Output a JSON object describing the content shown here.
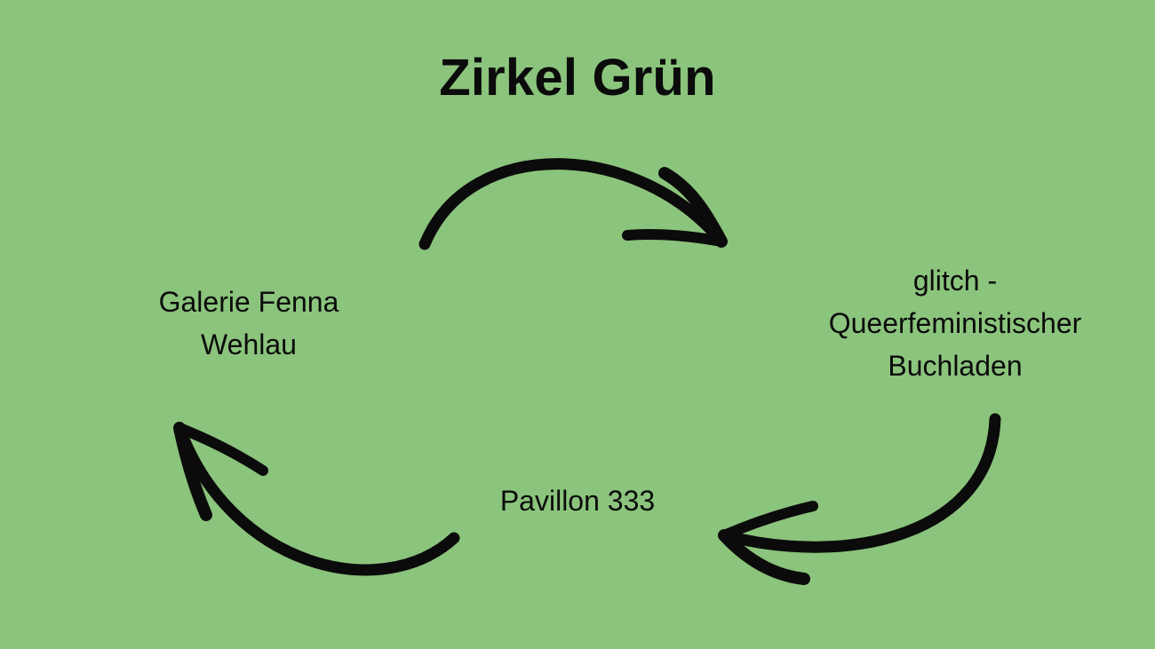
{
  "diagram": {
    "title": "Zirkel Grün",
    "nodes": [
      {
        "id": "galerie",
        "label": "Galerie Fenna\nWehlau"
      },
      {
        "id": "glitch",
        "label": "glitch -\nQueerfeministischer\nBuchladen"
      },
      {
        "id": "pavillon",
        "label": "Pavillon 333"
      }
    ],
    "edges": [
      {
        "from": "galerie",
        "to": "glitch"
      },
      {
        "from": "glitch",
        "to": "pavillon"
      },
      {
        "from": "pavillon",
        "to": "galerie"
      }
    ],
    "colors": {
      "background": "#8bc47c",
      "ink": "#0b0b0b"
    }
  }
}
